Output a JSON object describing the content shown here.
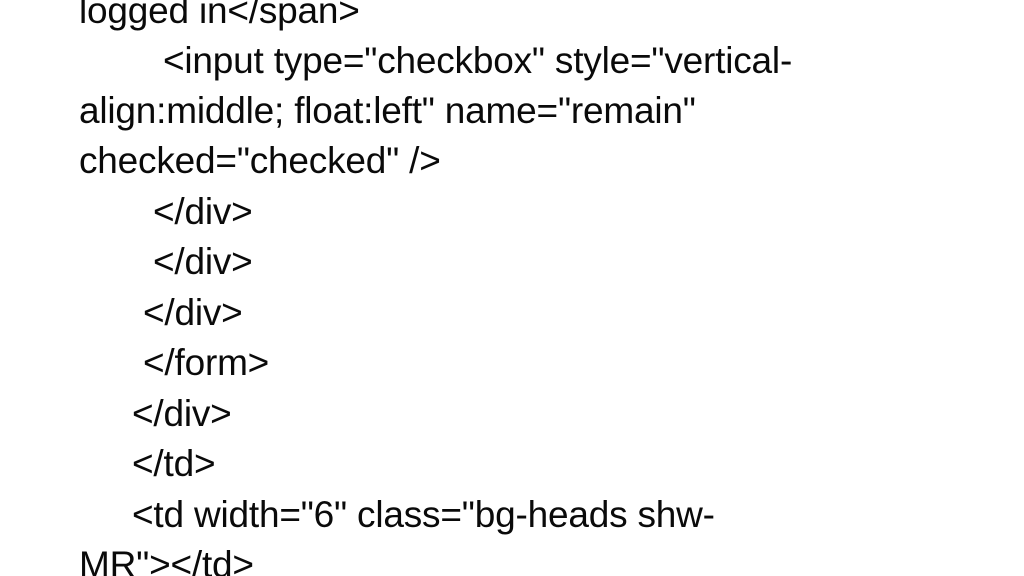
{
  "slide": {
    "text_color": "#0a0a0a",
    "background_color": "#ffffff",
    "lines": [
      "logged in</span>",
      "<input type=\"checkbox\" style=\"vertical-",
      "align:middle; float:left\" name=\"remain\"",
      "checked=\"checked\" />",
      "</div>",
      "</div>",
      "</div>",
      "</form>",
      "</div>",
      "</td>",
      "<td width=\"6\" class=\"bg-heads shw-",
      "MR\"></td>"
    ]
  }
}
